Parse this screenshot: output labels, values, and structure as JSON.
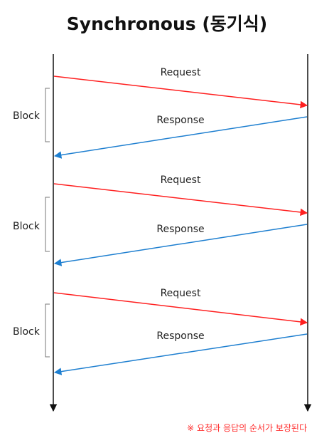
{
  "title": "Synchronous (동기식)",
  "note": "※ 요청과 응답의 순서가 보장된다",
  "colors": {
    "request": "#ff2020",
    "response": "#1e7fd0",
    "lifeline": "#111111",
    "bracket": "#777777"
  },
  "cycles": [
    {
      "request": "Request",
      "response": "Response",
      "block": "Block"
    },
    {
      "request": "Request",
      "response": "Response",
      "block": "Block"
    },
    {
      "request": "Request",
      "response": "Response",
      "block": "Block"
    }
  ]
}
